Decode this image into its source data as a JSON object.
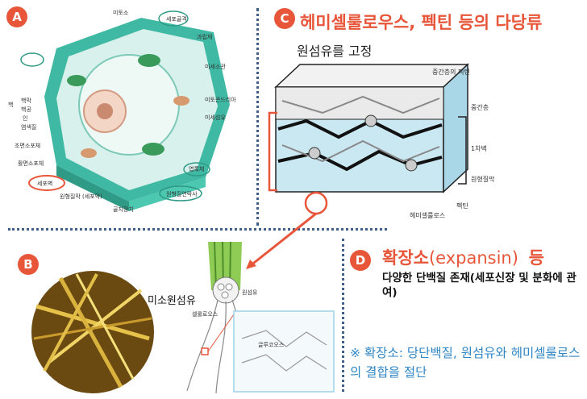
{
  "badges": {
    "a": "A",
    "b": "B",
    "c": "C",
    "d": "D"
  },
  "panel_a_labels": [
    "미토소",
    "세포골격",
    "핵막",
    "핵공",
    "핵",
    "인",
    "염색질",
    "조면소포체",
    "활면소포체",
    "세포벽",
    "과립체",
    "미세소관",
    "미토콘드리아",
    "미세섬유",
    "엽록체",
    "원형질연락사",
    "원형질막 (세포막)",
    "골지장치"
  ],
  "panel_c": {
    "title": "헤미셀룰로우스, 펙틴 등의 다당류",
    "subtitle": "원섬유를 고정",
    "diagram_labels": [
      "중간층의 펙틴",
      "중간층",
      "1차벽",
      "원형질막",
      "헤미셀룰로스",
      "펙틴"
    ]
  },
  "panel_b": {
    "microfibril_label": "미소원섬유",
    "diagram_labels": [
      "원섬유",
      "셀룰로오스",
      "글루코오스"
    ]
  },
  "panel_d": {
    "title_main": "확장소",
    "title_paren": "(expansin)",
    "title_end": "등",
    "description": "다양한 단백질 존재(세포신장 및 분화에 관여)",
    "note": "※ 확장소: 당단백질, 원섬유와 헤미셀룰로스의 결합을 절단"
  },
  "colors": {
    "accent": "#e8563a",
    "note_blue": "#2f86c4",
    "divider": "#3f5f8c",
    "cell_teal": "#3fb9a3"
  }
}
